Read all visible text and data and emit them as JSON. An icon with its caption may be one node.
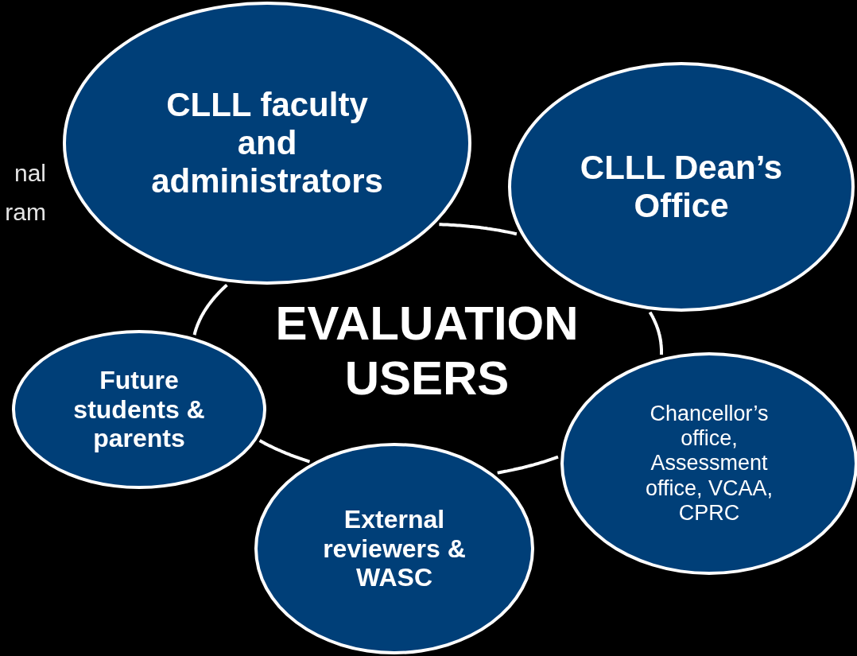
{
  "diagram": {
    "nodes": [
      {
        "text": [
          "EVALUATION USERS"
        ]
      },
      {
        "text": [
          "CLLL faculty and administrators"
        ]
      },
      {
        "text": [
          "CLLL Dean’s Office"
        ]
      },
      {
        "text": [
          "Future students & parents"
        ]
      },
      {
        "text": [
          "Chancellor’s office, Assessment office, VCAA, CPRC"
        ]
      },
      {
        "text": [
          "External reviewers & WASC"
        ]
      }
    ],
    "labels": [
      "nal",
      "ram"
    ]
  }
}
